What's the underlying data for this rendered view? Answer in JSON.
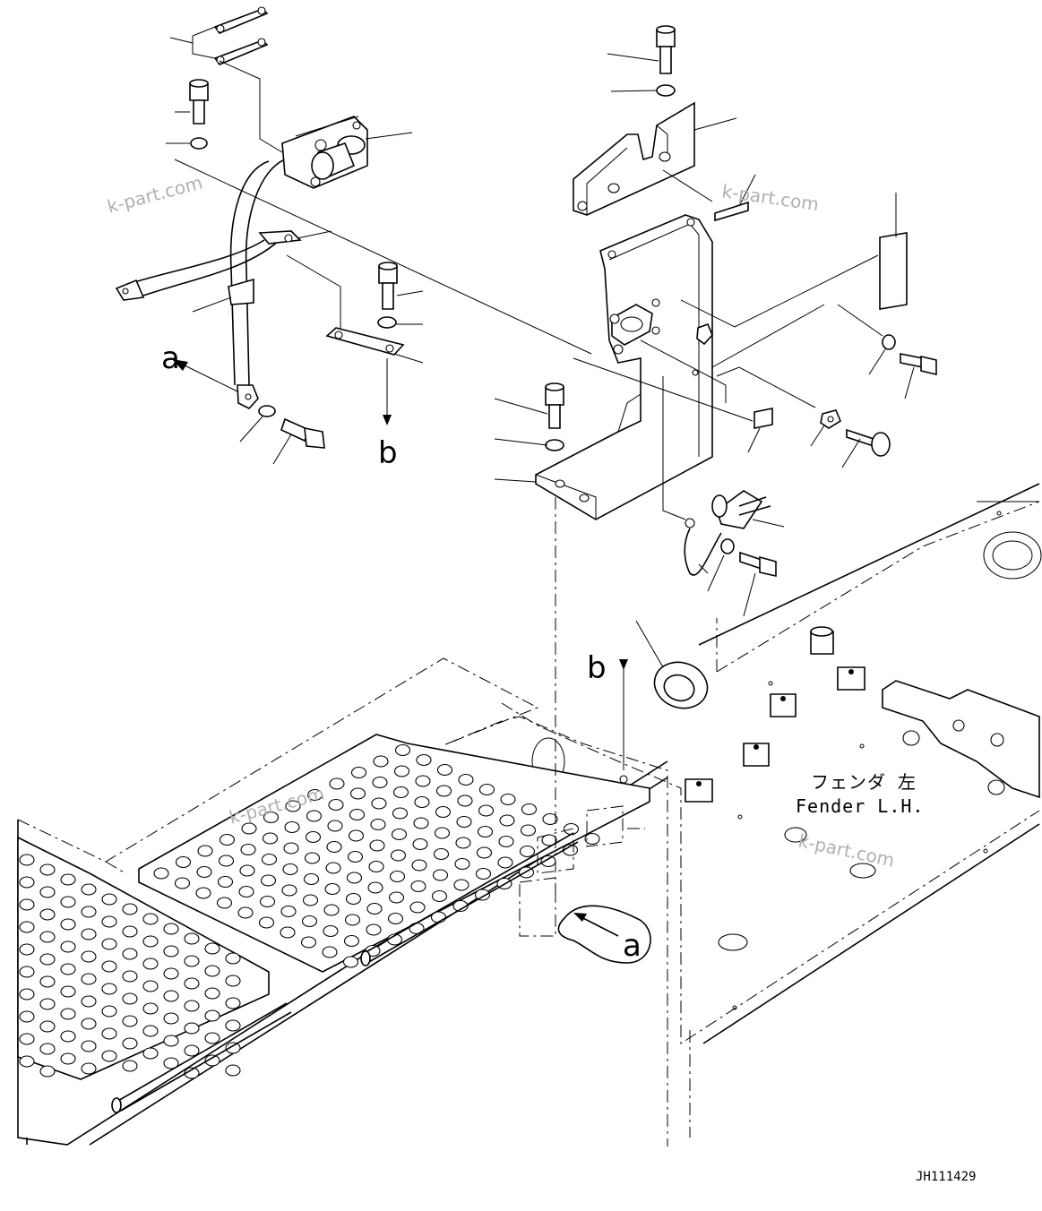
{
  "diagram": {
    "view_labels": [
      "a",
      "b",
      "b",
      "a"
    ],
    "fender_label_jp": "フェンダ 左",
    "fender_label_en": "Fender L.H.",
    "drawing_code": "JH111429",
    "watermarks": [
      "k-part.com",
      "k-part.com",
      "k-part.com",
      "k-part.com"
    ]
  }
}
